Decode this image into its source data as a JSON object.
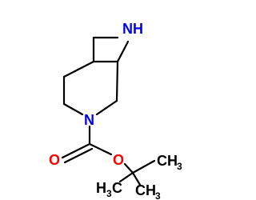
{
  "colors": {
    "nitrogen": "#0000e6",
    "oxygen": "#ff0000",
    "carbon": "#000000",
    "background": "#ffffff"
  },
  "atoms": {
    "n_azetidine": "NH",
    "n_piperidine": "N",
    "o_ester": "O",
    "o_carbonyl": "O",
    "ch3_left_main": "H",
    "ch3_left_sub": "3",
    "ch3_left_tail": "C",
    "ch3_right_main": "CH",
    "ch3_right_sub": "3",
    "ch3_bottom_main": "CH",
    "ch3_bottom_sub": "3"
  }
}
